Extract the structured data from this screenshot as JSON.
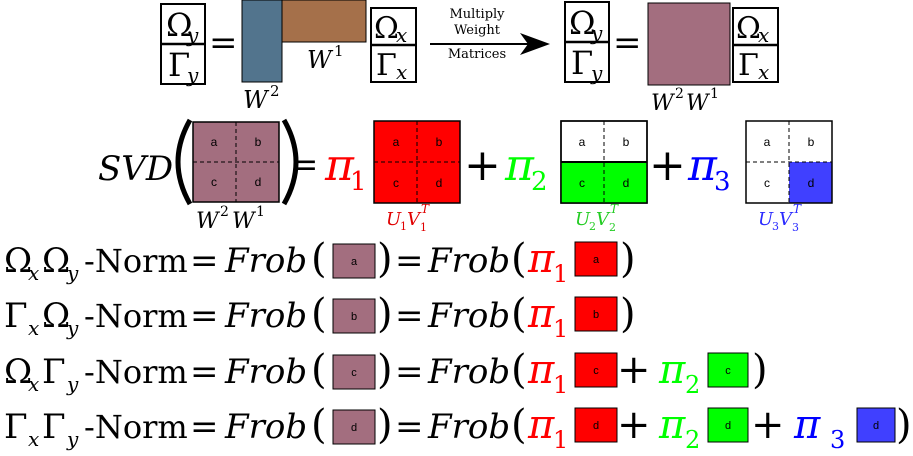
{
  "colors": {
    "w2_block": "#52748d",
    "w1_block": "#a5704a",
    "product_block": "#a36e7f",
    "pi1": "#ff0000",
    "pi2": "#00ff00",
    "pi3": "#0000ff",
    "u3_fill": "#4040ff",
    "label_red": "#e00000",
    "label_green": "#22cc22",
    "label_blue": "#2a2aff"
  },
  "top": {
    "omega_y": "Ω",
    "omega_y_sub": "y",
    "gamma_y": "Γ",
    "gamma_y_sub": "y",
    "omega_x": "Ω",
    "omega_x_sub": "x",
    "gamma_x": "Γ",
    "gamma_x_sub": "x",
    "equals": "=",
    "w1": "W",
    "w1_sup": "1",
    "w2": "W",
    "w2_sup": "2",
    "arrow_line1": "Multiply",
    "arrow_line2": "Weight",
    "arrow_line3": "Matrices",
    "product_w": "W",
    "product_sup2": "2",
    "product_w_b": "W",
    "product_sup1": "1"
  },
  "svd": {
    "op": "SVD",
    "cells": [
      "a",
      "b",
      "c",
      "d"
    ],
    "below_w": "W",
    "below_sup2": "2",
    "below_w_b": "W",
    "below_sup1": "1",
    "equals": "=",
    "plus": "+",
    "pi": "π",
    "pi1_sub": "1",
    "pi2_sub": "2",
    "pi3_sub": "3",
    "u1_label": "U",
    "u1_sub": "1",
    "v1_label": "V",
    "v1_sub": "1",
    "v1_sup": "T",
    "u2_label": "U",
    "u2_sub": "2",
    "v2_label": "V",
    "v2_sub": "2",
    "v2_sup": "T",
    "u3_label": "U",
    "u3_sub": "3",
    "v3_label": "V",
    "v3_sub": "3",
    "v3_sup": "T"
  },
  "norms": [
    {
      "g1": "Ω",
      "s1": "x",
      "g2": "Ω",
      "s2": "y",
      "cell": "a"
    },
    {
      "g1": "Γ",
      "s1": "x",
      "g2": "Ω",
      "s2": "y",
      "cell": "b"
    },
    {
      "g1": "Ω",
      "s1": "x",
      "g2": "Γ",
      "s2": "y",
      "cell": "c"
    },
    {
      "g1": "Γ",
      "s1": "x",
      "g2": "Γ",
      "s2": "y",
      "cell": "d"
    }
  ],
  "norm_text": {
    "suffix": "-Norm",
    "equals": "=",
    "frob": "Frob",
    "open": "(",
    "close": ")",
    "pi": "π",
    "pi1_sub": "1",
    "pi2_sub": "2",
    "pi3_sub": "3",
    "plus": "+"
  }
}
